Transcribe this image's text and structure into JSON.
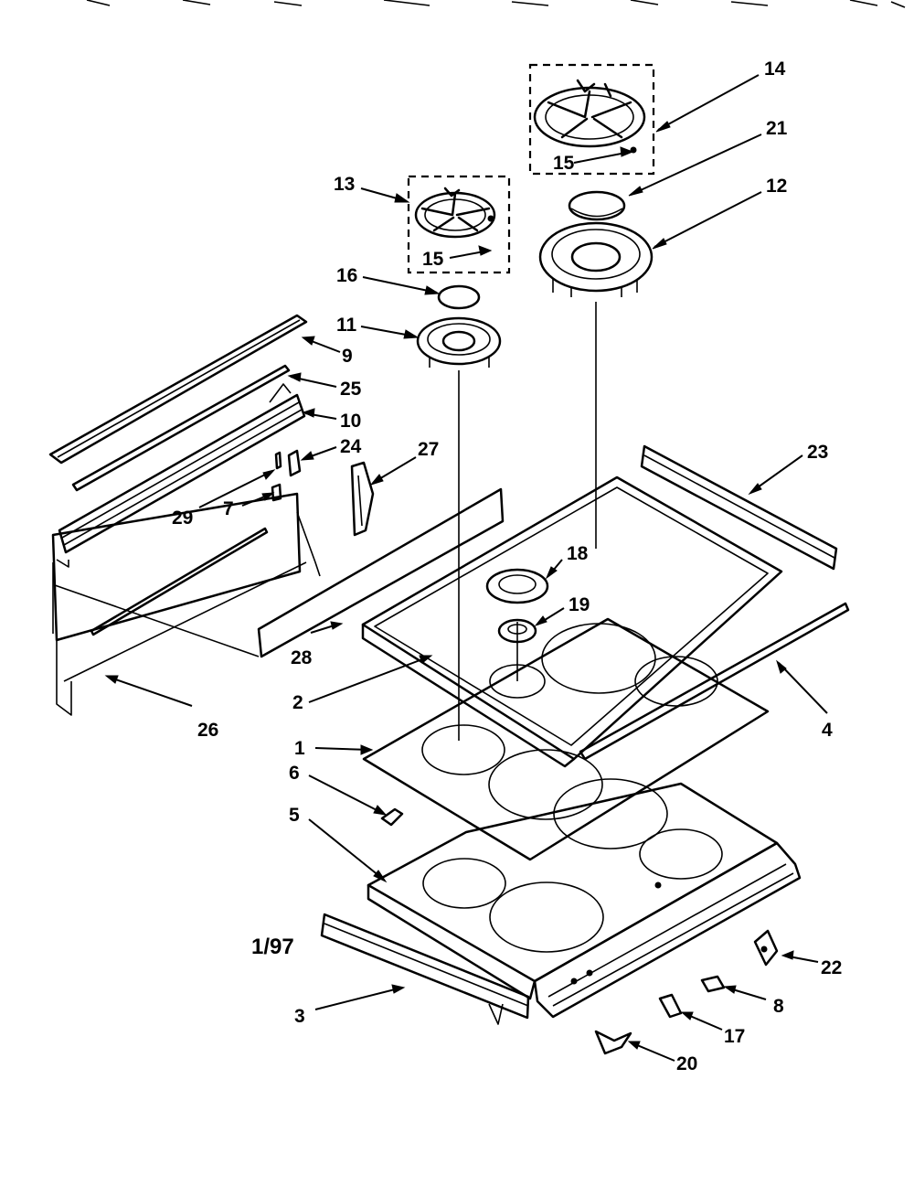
{
  "diagram": {
    "date_code": "1/97",
    "callouts": [
      {
        "id": "c14",
        "text": "14"
      },
      {
        "id": "c21",
        "text": "21"
      },
      {
        "id": "c12",
        "text": "12"
      },
      {
        "id": "c15a",
        "text": "15"
      },
      {
        "id": "c13",
        "text": "13"
      },
      {
        "id": "c15b",
        "text": "15"
      },
      {
        "id": "c16",
        "text": "16"
      },
      {
        "id": "c11",
        "text": "11"
      },
      {
        "id": "c9",
        "text": "9"
      },
      {
        "id": "c25",
        "text": "25"
      },
      {
        "id": "c10",
        "text": "10"
      },
      {
        "id": "c24",
        "text": "24"
      },
      {
        "id": "c27",
        "text": "27"
      },
      {
        "id": "c29",
        "text": "29"
      },
      {
        "id": "c7",
        "text": "7"
      },
      {
        "id": "c23",
        "text": "23"
      },
      {
        "id": "c18",
        "text": "18"
      },
      {
        "id": "c19",
        "text": "19"
      },
      {
        "id": "c28",
        "text": "28"
      },
      {
        "id": "c26",
        "text": "26"
      },
      {
        "id": "c2",
        "text": "2"
      },
      {
        "id": "c4",
        "text": "4"
      },
      {
        "id": "c1",
        "text": "1"
      },
      {
        "id": "c6",
        "text": "6"
      },
      {
        "id": "c5",
        "text": "5"
      },
      {
        "id": "c22",
        "text": "22"
      },
      {
        "id": "c8",
        "text": "8"
      },
      {
        "id": "c3",
        "text": "3"
      },
      {
        "id": "c17",
        "text": "17"
      },
      {
        "id": "c20",
        "text": "20"
      }
    ]
  }
}
